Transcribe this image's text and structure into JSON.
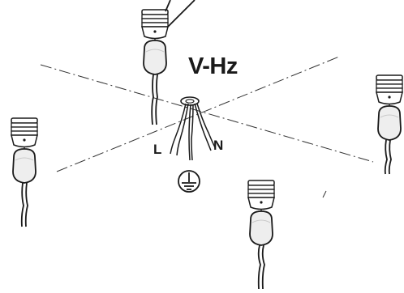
{
  "labels": {
    "voltage_frequency": "V-Hz",
    "live": "L",
    "neutral": "N"
  },
  "icons": {
    "ground": "earth-ground-icon",
    "pendant_lamp": "pendant-lamp-icon"
  },
  "colors": {
    "line": "#1a1a1a",
    "fill": "#ffffff"
  }
}
